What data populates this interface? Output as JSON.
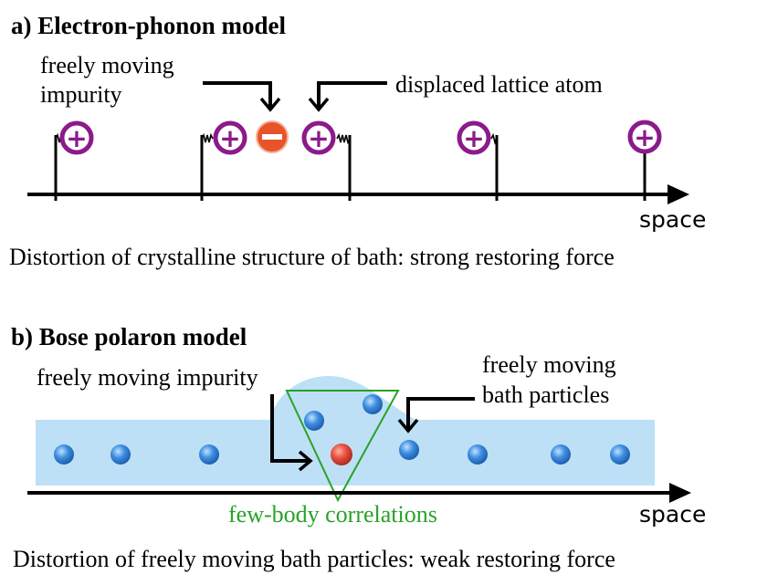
{
  "panel_a": {
    "title": "a) Electron-phonon model",
    "impurity_label": [
      "freely moving",
      "impurity"
    ],
    "displaced_label": "displaced lattice atom",
    "axis_label": "space",
    "caption": "Distortion of crystalline structure of bath: strong restoring force",
    "positive_symbol": "+",
    "negative_symbol": "−"
  },
  "panel_b": {
    "title": "b) Bose polaron model",
    "impurity_label": "freely moving impurity",
    "bath_label": [
      "freely moving",
      "bath particles"
    ],
    "correlation_label": "few-body correlations",
    "axis_label": "space",
    "caption": "Distortion of freely moving bath particles: weak restoring force"
  },
  "colors": {
    "ion_ring": "#8b1a8b",
    "electron": "#e8542a",
    "bath": "#bde0f6",
    "bath_particle": "#2f79c9",
    "impurity": "#e0473a",
    "correlation": "#27a327",
    "axis": "#000000"
  }
}
